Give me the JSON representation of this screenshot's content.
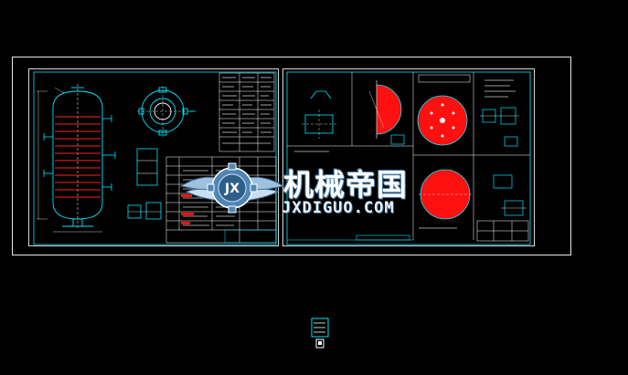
{
  "watermark": {
    "title_cn": "机械帝国",
    "url_text": "JXDIGUO.COM",
    "logo_letters": "JX"
  },
  "colors": {
    "background": "#000000",
    "frame": "#e8e8e8",
    "cyan_line": "#00e5ff",
    "red_fill": "#ff1010",
    "white_line": "#ffffff",
    "watermark_blue": "#4f86b3"
  }
}
